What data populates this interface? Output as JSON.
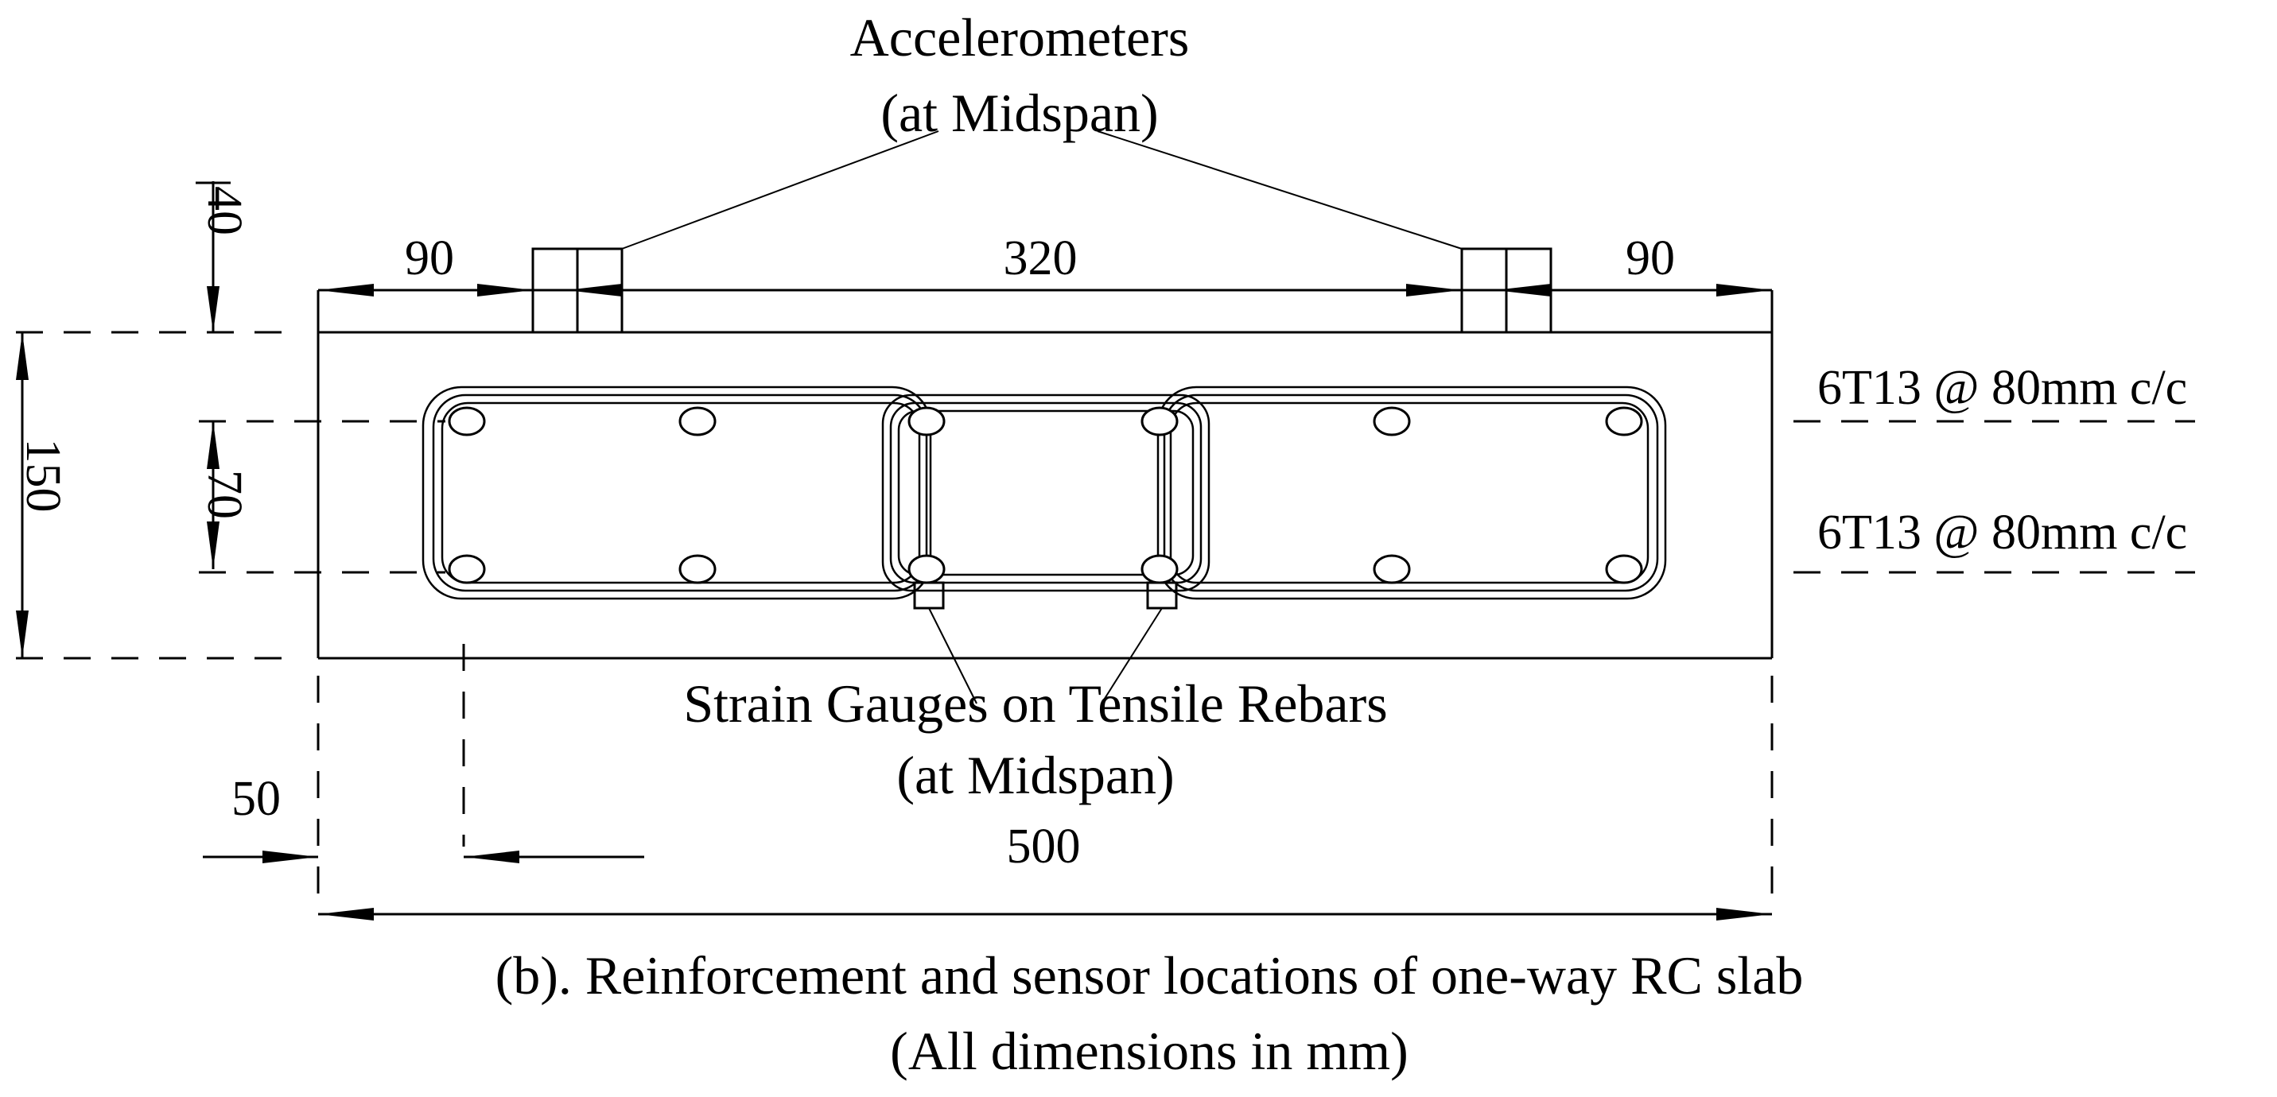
{
  "labels": {
    "accelerometers_line1": "Accelerometers",
    "accelerometers_line2": "(at Midspan)",
    "strain_line1": "Strain Gauges on Tensile Rebars",
    "strain_line2": "(at Midspan)",
    "top_rebar_spec": "6T13 @ 80mm c/c",
    "bottom_rebar_spec": "6T13 @ 80mm c/c",
    "caption_line1": "(b).  Reinforcement and sensor locations of one-way RC slab",
    "caption_line2": "(All dimensions in mm)"
  },
  "dimensions": {
    "left_sensor_offset": "90",
    "sensor_spacing": "320",
    "right_sensor_offset": "90",
    "sensor_height": "40",
    "slab_depth": "150",
    "rebar_spacing_vertical": "70",
    "edge_to_first_bar": "50",
    "slab_width": "500"
  }
}
